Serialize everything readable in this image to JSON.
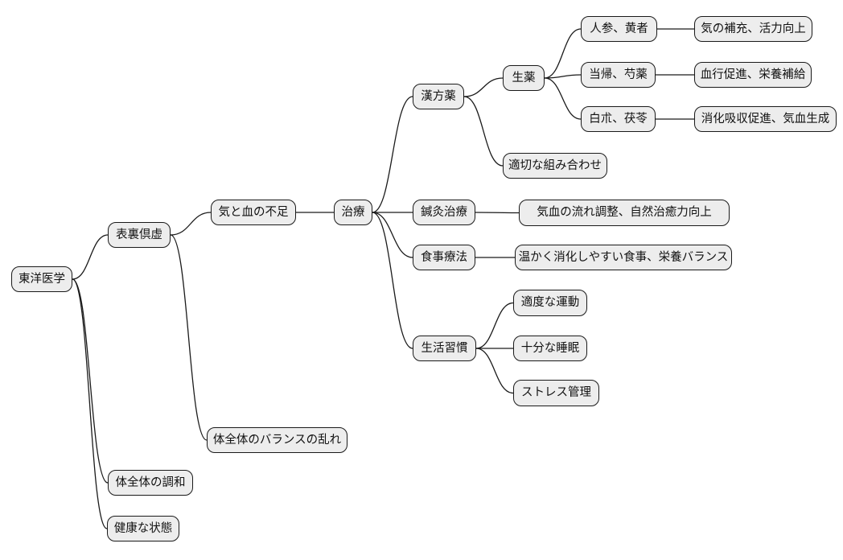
{
  "diagram": {
    "type": "mindmap",
    "root_label": "東洋医学",
    "colors": {
      "background": "#ffffff",
      "node_fill": "#ededed",
      "node_border": "#1a1a1a",
      "edge": "#1a1a1a",
      "text": "#111111"
    },
    "nodes": [
      {
        "id": "toyo",
        "label": "東洋医学"
      },
      {
        "id": "hyori",
        "label": "表裏倶虚"
      },
      {
        "id": "chowa",
        "label": "体全体の調和"
      },
      {
        "id": "kenko",
        "label": "健康な状態"
      },
      {
        "id": "fusoku",
        "label": "気と血の不足"
      },
      {
        "id": "midare",
        "label": "体全体のバランスの乱れ"
      },
      {
        "id": "chiryo",
        "label": "治療"
      },
      {
        "id": "kampo",
        "label": "漢方薬"
      },
      {
        "id": "shinkyu",
        "label": "鍼灸治療"
      },
      {
        "id": "shokuji",
        "label": "食事療法"
      },
      {
        "id": "seikatsu",
        "label": "生活習慣"
      },
      {
        "id": "shoyaku",
        "label": "生薬"
      },
      {
        "id": "kumiawase",
        "label": "適切な組み合わせ"
      },
      {
        "id": "ninjin",
        "label": "人参、黄者"
      },
      {
        "id": "toki",
        "label": "当帰、芍薬"
      },
      {
        "id": "byakujutsu",
        "label": "白朮、茯苓"
      },
      {
        "id": "kihoju",
        "label": "気の補充、活力向上"
      },
      {
        "id": "kekko",
        "label": "血行促進、栄養補給"
      },
      {
        "id": "shoka",
        "label": "消化吸収促進、気血生成"
      },
      {
        "id": "nagare",
        "label": "気血の流れ調整、自然治癒力向上"
      },
      {
        "id": "atatakai",
        "label": "温かく消化しやすい食事、栄養バランス"
      },
      {
        "id": "undo",
        "label": "適度な運動"
      },
      {
        "id": "suimin",
        "label": "十分な睡眠"
      },
      {
        "id": "stress",
        "label": "ストレス管理"
      }
    ],
    "edges": [
      {
        "from": "toyo",
        "to": "hyori"
      },
      {
        "from": "toyo",
        "to": "chowa"
      },
      {
        "from": "toyo",
        "to": "kenko"
      },
      {
        "from": "hyori",
        "to": "fusoku"
      },
      {
        "from": "hyori",
        "to": "midare"
      },
      {
        "from": "fusoku",
        "to": "chiryo"
      },
      {
        "from": "chiryo",
        "to": "kampo"
      },
      {
        "from": "chiryo",
        "to": "shinkyu"
      },
      {
        "from": "chiryo",
        "to": "shokuji"
      },
      {
        "from": "chiryo",
        "to": "seikatsu"
      },
      {
        "from": "kampo",
        "to": "shoyaku"
      },
      {
        "from": "kampo",
        "to": "kumiawase"
      },
      {
        "from": "shoyaku",
        "to": "ninjin"
      },
      {
        "from": "shoyaku",
        "to": "toki"
      },
      {
        "from": "shoyaku",
        "to": "byakujutsu"
      },
      {
        "from": "ninjin",
        "to": "kihoju"
      },
      {
        "from": "toki",
        "to": "kekko"
      },
      {
        "from": "byakujutsu",
        "to": "shoka"
      },
      {
        "from": "shinkyu",
        "to": "nagare"
      },
      {
        "from": "shokuji",
        "to": "atatakai"
      },
      {
        "from": "seikatsu",
        "to": "undo"
      },
      {
        "from": "seikatsu",
        "to": "suimin"
      },
      {
        "from": "seikatsu",
        "to": "stress"
      }
    ]
  }
}
